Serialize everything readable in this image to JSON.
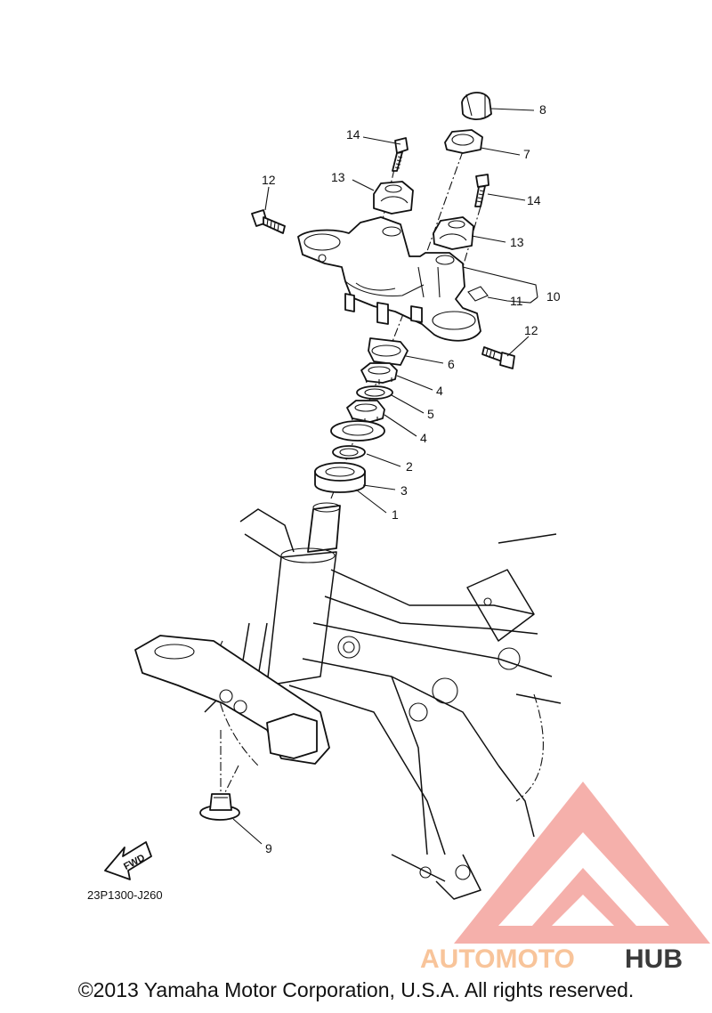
{
  "callouts": {
    "c1": "1",
    "c2": "2",
    "c3": "3",
    "c4a": "4",
    "c4b": "4",
    "c5": "5",
    "c6": "6",
    "c7": "7",
    "c8": "8",
    "c9": "9",
    "c10": "10",
    "c11": "11",
    "c12a": "12",
    "c12b": "12",
    "c13a": "13",
    "c13b": "13",
    "c14a": "14",
    "c14b": "14"
  },
  "fwd_label": "FWD",
  "diagram_code": "23P1300-J260",
  "watermark": {
    "text_part1": "AUTOMOTO",
    "text_part2": "HUB",
    "color_primary": "#f08a83",
    "color_secondary": "#f8c49a",
    "color_dark": "#3a3a3a"
  },
  "copyright": "©2013 Yamaha Motor Corporation, U.S.A. All rights reserved."
}
